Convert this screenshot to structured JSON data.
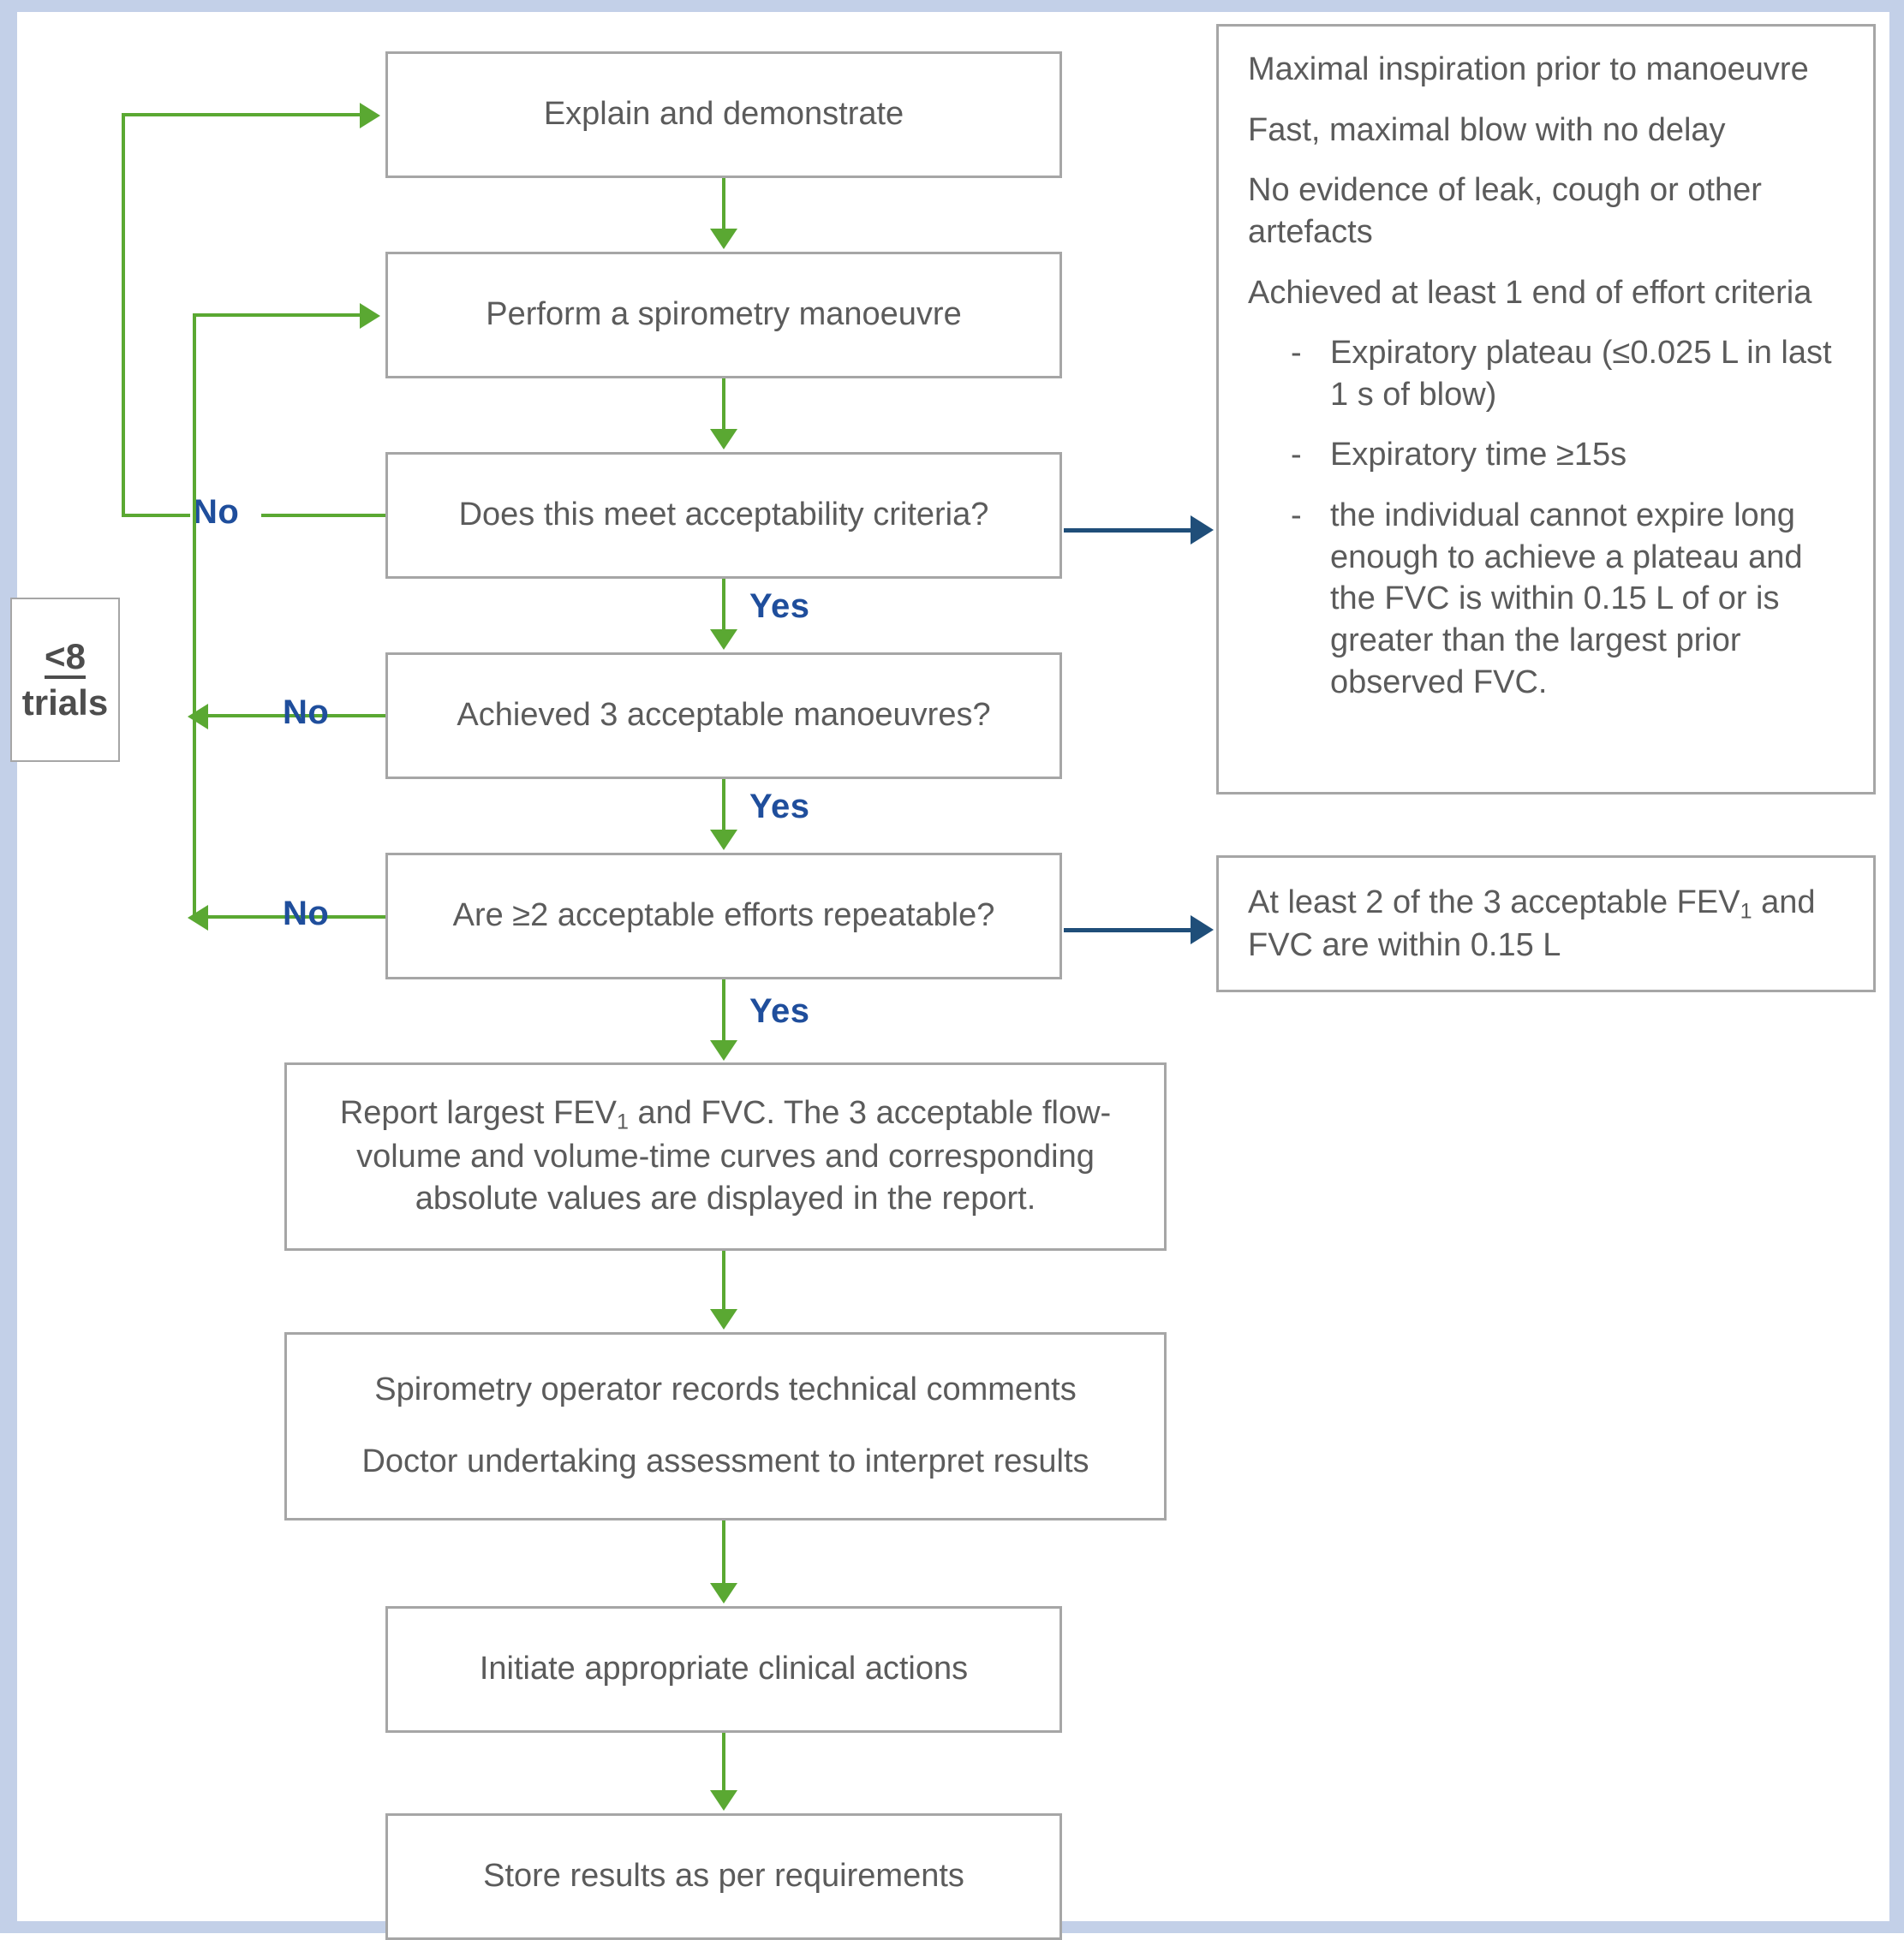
{
  "diagram": {
    "title": "Spirometry manoeuvre quality-control flowchart",
    "colors": {
      "flow_arrow_green": "#5aa832",
      "reference_arrow_blue": "#1f4e79",
      "decision_label_blue": "#1f4e9c",
      "box_border_grey": "#a6a6a6",
      "box_text_grey": "#5b5b5b",
      "page_border_blue_grey": "#c3d0e8"
    }
  },
  "nodes": {
    "explain": "Explain and demonstrate",
    "perform": "Perform a spirometry manoeuvre",
    "acceptability": "Does this meet acceptability criteria?",
    "three_acceptable": "Achieved 3 acceptable manoeuvres?",
    "repeatable": "Are ≥2 acceptable efforts repeatable?",
    "report_line1": "Report largest FEV",
    "report_sub1": "1",
    "report_line1b": " and FVC. The 3 acceptable flow-",
    "report_line2": "volume and volume-time curves and corresponding",
    "report_line3": "absolute values are displayed in the report.",
    "comments_line1": "Spirometry operator records technical comments",
    "comments_line2": "Doctor undertaking assessment to interpret results",
    "clinical_actions": "Initiate appropriate clinical actions",
    "store_results": "Store results as per requirements"
  },
  "trials": {
    "symbol": "<",
    "count": "8",
    "word": "trials"
  },
  "labels": {
    "no": "No",
    "yes": "Yes"
  },
  "notes": {
    "acceptability_criteria": {
      "lines": [
        "Maximal inspiration prior to manoeuvre",
        "Fast, maximal blow with no delay",
        "No evidence of leak, cough or other artefacts",
        "Achieved at least 1 end of effort criteria"
      ],
      "bullet_marker": "-",
      "bullets": [
        "Expiratory plateau (≤0.025 L in last 1 s of blow)",
        "Expiratory time ≥15s",
        "the individual cannot expire long enough to achieve a plateau and the FVC is within 0.15 L of or is greater than the largest prior observed FVC."
      ]
    },
    "repeatability_criteria": {
      "prefix": "At least 2 of the 3 acceptable FEV",
      "subscript": "1",
      "suffix": " and FVC are within 0.15 L"
    }
  }
}
